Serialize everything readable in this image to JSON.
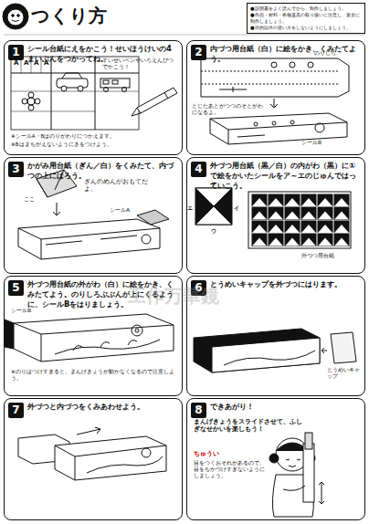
{
  "diagram": {
    "title": "つくり方",
    "nodes": [
      {
        "text": [
          "●説明書をよく読んでから、制作しましょう。",
          "●作品・材料・各種道具の取り扱いに注意し、安全に制作しましょう。",
          "●目的以外の使い方をしないようにしましょう。"
        ]
      },
      {
        "text": [
          "1",
          "シール台紙にえをかこう！せいほうけいの4まいぶんをつかってね。"
        ]
      },
      {
        "text": [
          "2",
          "内づつ用台紙（白）に絵をかき、くみたてよう。"
        ]
      },
      {
        "text": [
          "3",
          "かがみ用台紙（ぎん／白）をくみたて、内づつの上にはろう。"
        ]
      },
      {
        "text": [
          "4",
          "外づつ用台紙（黒／白）の内がわ（黒）に①で絵をかいたシールをア～エのじゅんではっていこう。"
        ]
      },
      {
        "text": [
          "5",
          "外づつ用台紙の外がわ（白）に絵をかき、くみたてよう。のりしろぶぶんが上にくるように、シールBをはりましょう。"
        ]
      },
      {
        "text": [
          "6",
          "とうめいキャップを外づつにはります。"
        ]
      },
      {
        "text": [
          "7",
          "外づつと内づつをくみあわせよう。"
        ]
      },
      {
        "text": [
          "8",
          "できあがり！"
        ]
      }
    ],
    "labels": [
      "A",
      "A",
      "A",
      "A",
      "すいせいペンやいろえんぴつでかこう！",
      "※シールA・Bはのりがわりにつかえます。",
      "※Bはまちがえないようにきをつけよう。",
      "のりしろ",
      "とじたあとがつつのそとがわになるよ。",
      "シールB",
      "ぎんのめんがおもてだよ。",
      "ここ",
      "シールA",
      "ア",
      "イ",
      "ウ",
      "エ",
      "外づつ用台紙",
      "シールB",
      "※のりはつけすぎると、まんげきょうが動かなくなるので注意しよう。",
      "とうめいキャップ",
      "まんげきょうをスライドさせて、ふしぎなせかいを楽しもう！",
      "ちゅうい",
      "目をつくおそれがあるので、目をちかづけすぎないようにしましょう。",
      "工作万華鏡"
    ]
  }
}
